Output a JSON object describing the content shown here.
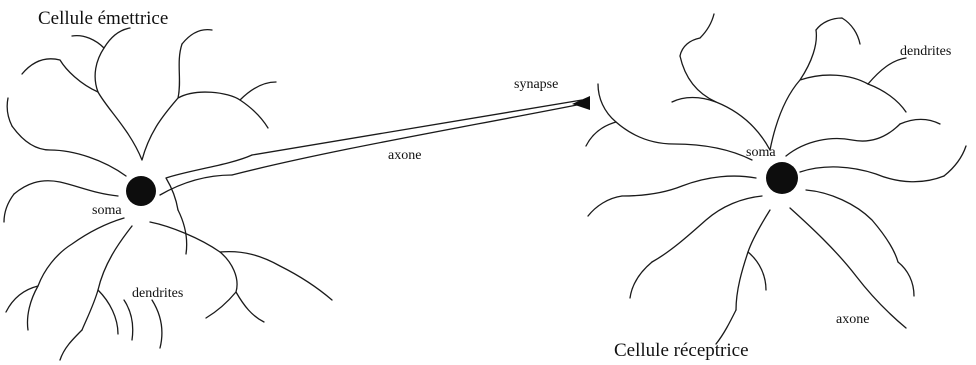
{
  "labels": {
    "sender_title": "Cellule émettrice",
    "receiver_title": "Cellule réceptrice",
    "sender_soma": "soma",
    "sender_axon": "axone",
    "sender_dendrites": "dendrites",
    "synapse": "synapse",
    "receiver_soma": "soma",
    "receiver_dendrites": "dendrites",
    "receiver_axon": "axone"
  },
  "colors": {
    "ink": "#1a1a1a",
    "background": "#ffffff"
  }
}
